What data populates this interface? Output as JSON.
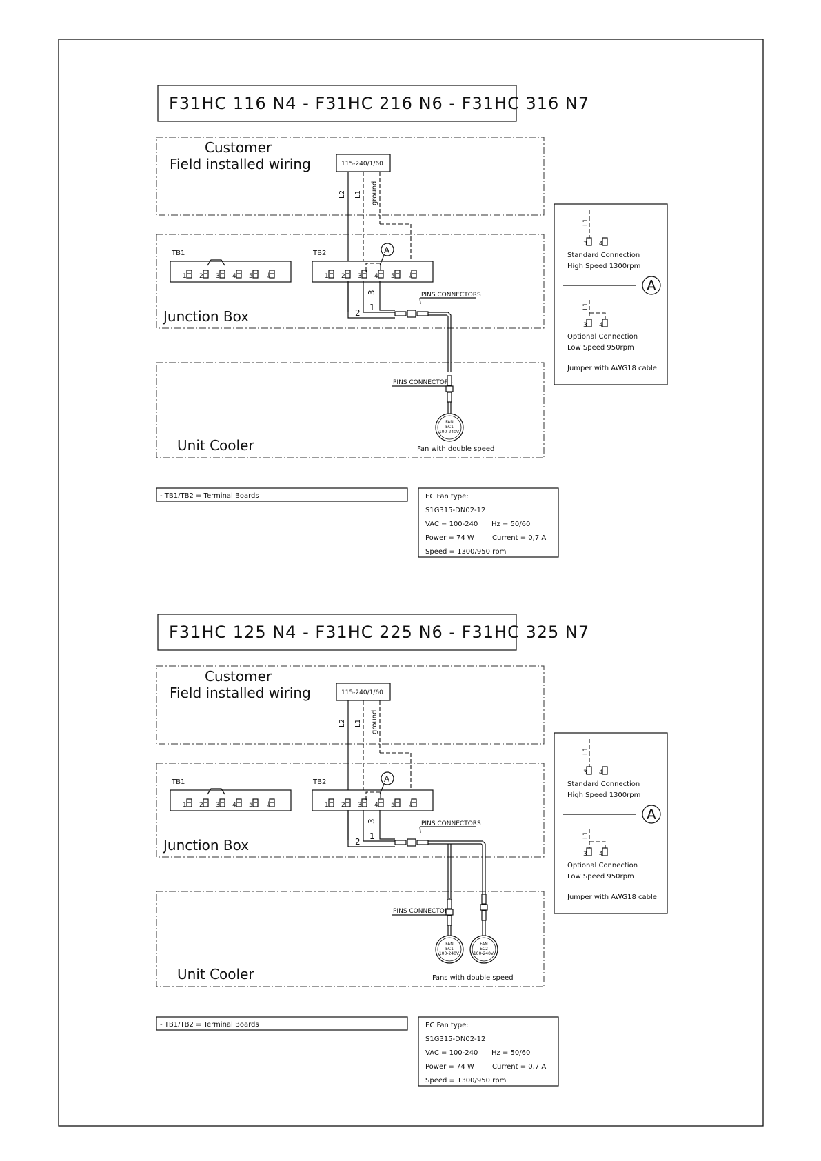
{
  "sections": [
    {
      "title": "F31HC 116 N4 - F31HC 216 N6 - F31HC 316 N7",
      "customer_label": "Customer",
      "field_label": "Field installed wiring",
      "supply": "115-240/1/60",
      "wire_labels": [
        "L2",
        "L1",
        "ground"
      ],
      "tb1_label": "TB1",
      "tb2_label": "TB2",
      "terminal_numbers": [
        "1",
        "2",
        "3",
        "4",
        "5"
      ],
      "junction_label": "Junction Box",
      "pins_label": "PINS CONNECTORS",
      "wire_nums": [
        "2",
        "1",
        "3"
      ],
      "detail_marker": "A",
      "unit_label": "Unit Cooler",
      "fan_caption": "Fan with double speed",
      "fans": [
        {
          "lines": [
            "FAN",
            "EC1",
            "100-240V."
          ]
        }
      ],
      "note": "- TB1/TB2 = Terminal Boards",
      "spec": {
        "line1": "EC Fan type:",
        "line2": "S1G315-DN02-12",
        "vac": "VAC = 100-240",
        "hz": "Hz = 50/60",
        "power": "Power = 74 W",
        "current": "Current = 0,7 A",
        "speed": "Speed = 1300/950 rpm"
      },
      "legend": {
        "wire": "L1",
        "t3": "3",
        "t4": "4",
        "std1": "Standard Connection",
        "std2": "High Speed 1300rpm",
        "marker": "A",
        "opt1": "Optional Connection",
        "opt2": "Low Speed 950rpm",
        "jumper": "Jumper with AWG18 cable"
      }
    },
    {
      "title": "F31HC 125 N4 - F31HC 225 N6 - F31HC 325 N7",
      "customer_label": "Customer",
      "field_label": "Field installed wiring",
      "supply": "115-240/1/60",
      "wire_labels": [
        "L2",
        "L1",
        "ground"
      ],
      "tb1_label": "TB1",
      "tb2_label": "TB2",
      "terminal_numbers": [
        "1",
        "2",
        "3",
        "4",
        "5"
      ],
      "junction_label": "Junction Box",
      "pins_label": "PINS CONNECTORS",
      "wire_nums": [
        "2",
        "1",
        "3"
      ],
      "detail_marker": "A",
      "unit_label": "Unit Cooler",
      "fan_caption": "Fans with double speed",
      "fans": [
        {
          "lines": [
            "FAN",
            "EC1",
            "100-240V."
          ]
        },
        {
          "lines": [
            "FAN",
            "EC2",
            "100-240V."
          ]
        }
      ],
      "note": "- TB1/TB2 = Terminal Boards",
      "spec": {
        "line1": "EC Fan type:",
        "line2": "S1G315-DN02-12",
        "vac": "VAC = 100-240",
        "hz": "Hz = 50/60",
        "power": "Power = 74 W",
        "current": "Current = 0,7 A",
        "speed": "Speed = 1300/950 rpm"
      },
      "legend": {
        "wire": "L1",
        "t3": "3",
        "t4": "4",
        "std1": "Standard Connection",
        "std2": "High Speed 1300rpm",
        "marker": "A",
        "opt1": "Optional Connection",
        "opt2": "Low Speed 950rpm",
        "jumper": "Jumper with AWG18 cable"
      }
    }
  ]
}
